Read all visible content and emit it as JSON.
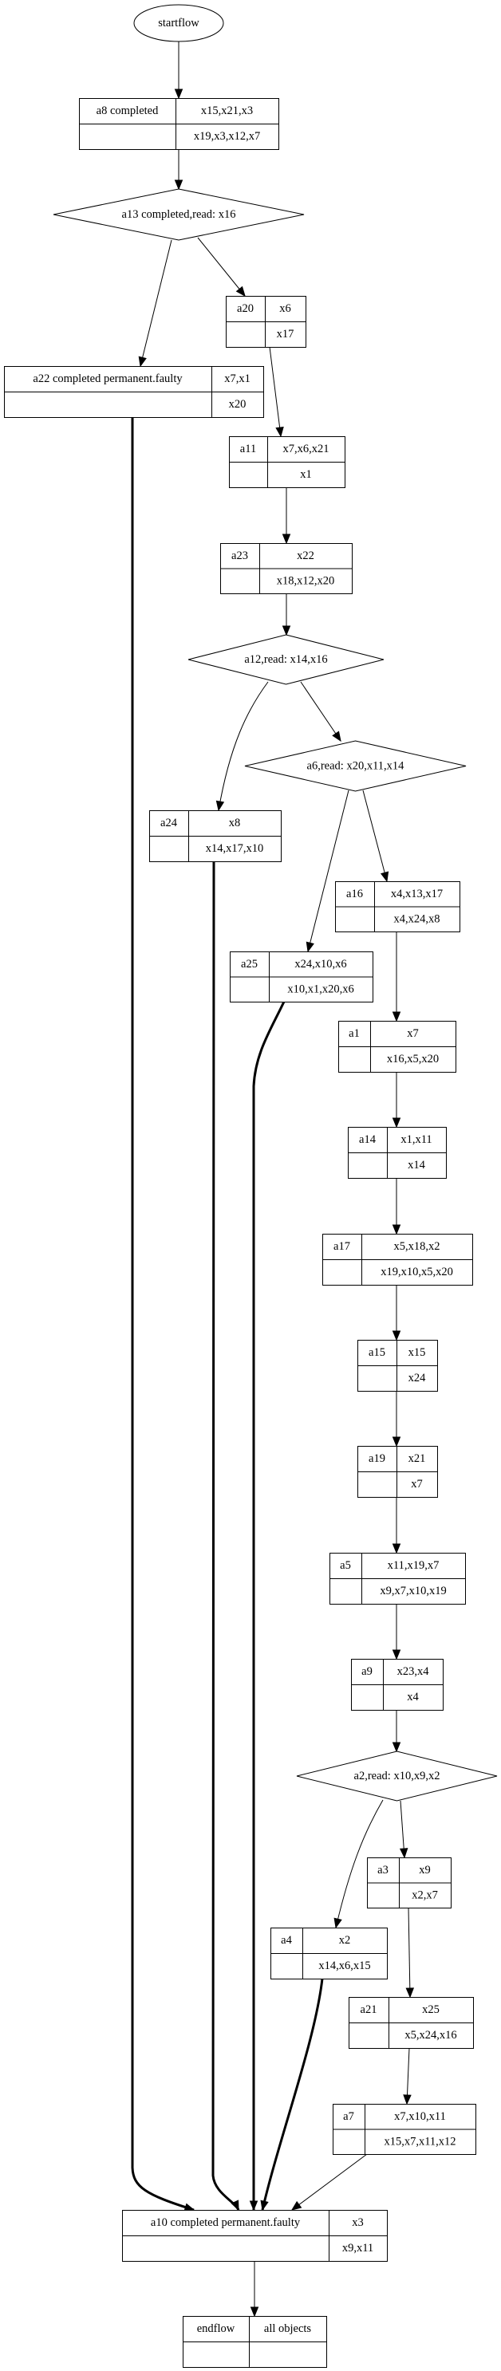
{
  "start": {
    "id": "startflow",
    "label": "startflow"
  },
  "records": [
    {
      "id": "a8",
      "name": "a8 completed",
      "top": "x15,x21,x3",
      "bottom": "x19,x3,x12,x7"
    },
    {
      "id": "a20",
      "name": "a20",
      "top": "x6",
      "bottom": "x17"
    },
    {
      "id": "a22",
      "name": "a22 completed permanent.faulty",
      "top": "x7,x1",
      "bottom": "x20"
    },
    {
      "id": "a11",
      "name": "a11",
      "top": "x7,x6,x21",
      "bottom": "x1"
    },
    {
      "id": "a23",
      "name": "a23",
      "top": "x22",
      "bottom": "x18,x12,x20"
    },
    {
      "id": "a24",
      "name": "a24",
      "top": "x8",
      "bottom": "x14,x17,x10"
    },
    {
      "id": "a16",
      "name": "a16",
      "top": "x4,x13,x17",
      "bottom": "x4,x24,x8"
    },
    {
      "id": "a25",
      "name": "a25",
      "top": "x24,x10,x6",
      "bottom": "x10,x1,x20,x6"
    },
    {
      "id": "a1",
      "name": "a1",
      "top": "x7",
      "bottom": "x16,x5,x20"
    },
    {
      "id": "a14",
      "name": "a14",
      "top": "x1,x11",
      "bottom": "x14"
    },
    {
      "id": "a17",
      "name": "a17",
      "top": "x5,x18,x2",
      "bottom": "x19,x10,x5,x20"
    },
    {
      "id": "a15",
      "name": "a15",
      "top": "x15",
      "bottom": "x24"
    },
    {
      "id": "a19",
      "name": "a19",
      "top": "x21",
      "bottom": "x7"
    },
    {
      "id": "a5",
      "name": "a5",
      "top": "x11,x19,x7",
      "bottom": "x9,x7,x10,x19"
    },
    {
      "id": "a9",
      "name": "a9",
      "top": "x23,x4",
      "bottom": "x4"
    },
    {
      "id": "a3",
      "name": "a3",
      "top": "x9",
      "bottom": "x2,x7"
    },
    {
      "id": "a4",
      "name": "a4",
      "top": "x2",
      "bottom": "x14,x6,x15"
    },
    {
      "id": "a21",
      "name": "a21",
      "top": "x25",
      "bottom": "x5,x24,x16"
    },
    {
      "id": "a7",
      "name": "a7",
      "top": "x7,x10,x11",
      "bottom": "x15,x7,x11,x12"
    },
    {
      "id": "a10",
      "name": "a10 completed permanent.faulty",
      "top": "x3",
      "bottom": "x9,x11"
    },
    {
      "id": "endflow",
      "name": "endflow",
      "top": "all objects",
      "bottom": ""
    }
  ],
  "decisions": [
    {
      "id": "a13",
      "label": "a13 completed,read: x16"
    },
    {
      "id": "a12",
      "label": "a12,read: x14,x16"
    },
    {
      "id": "a6",
      "label": "a6,read: x20,x11,x14"
    },
    {
      "id": "a2",
      "label": "a2,read: x10,x9,x2"
    }
  ],
  "edges": [
    {
      "from": "startflow",
      "to": "a8",
      "bold": false
    },
    {
      "from": "a8",
      "to": "a13",
      "bold": false
    },
    {
      "from": "a13",
      "to": "a22",
      "bold": false
    },
    {
      "from": "a13",
      "to": "a20",
      "bold": false
    },
    {
      "from": "a20",
      "to": "a11",
      "bold": false
    },
    {
      "from": "a11",
      "to": "a23",
      "bold": false
    },
    {
      "from": "a23",
      "to": "a12",
      "bold": false
    },
    {
      "from": "a12",
      "to": "a24",
      "bold": false
    },
    {
      "from": "a12",
      "to": "a6",
      "bold": false
    },
    {
      "from": "a6",
      "to": "a25",
      "bold": false
    },
    {
      "from": "a6",
      "to": "a16",
      "bold": false
    },
    {
      "from": "a16",
      "to": "a1",
      "bold": false
    },
    {
      "from": "a1",
      "to": "a14",
      "bold": false
    },
    {
      "from": "a14",
      "to": "a17",
      "bold": false
    },
    {
      "from": "a17",
      "to": "a15",
      "bold": false
    },
    {
      "from": "a15",
      "to": "a19",
      "bold": false
    },
    {
      "from": "a19",
      "to": "a5",
      "bold": false
    },
    {
      "from": "a5",
      "to": "a9",
      "bold": false
    },
    {
      "from": "a9",
      "to": "a2",
      "bold": false
    },
    {
      "from": "a2",
      "to": "a3",
      "bold": false
    },
    {
      "from": "a2",
      "to": "a4",
      "bold": false
    },
    {
      "from": "a3",
      "to": "a21",
      "bold": false
    },
    {
      "from": "a21",
      "to": "a7",
      "bold": false
    },
    {
      "from": "a22",
      "to": "a10",
      "bold": true
    },
    {
      "from": "a24",
      "to": "a10",
      "bold": true
    },
    {
      "from": "a25",
      "to": "a10",
      "bold": true
    },
    {
      "from": "a4",
      "to": "a10",
      "bold": true
    },
    {
      "from": "a7",
      "to": "a10",
      "bold": false
    },
    {
      "from": "a10",
      "to": "endflow",
      "bold": false
    }
  ]
}
